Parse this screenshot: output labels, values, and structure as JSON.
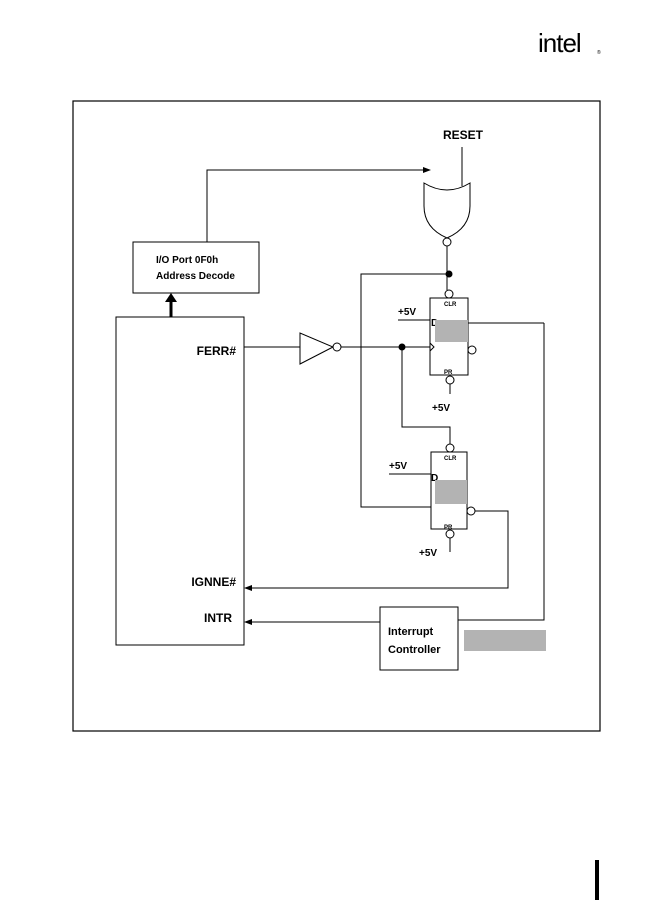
{
  "logo": {
    "text": "intel",
    "mark": "®"
  },
  "signals": {
    "reset": "RESET",
    "ferr": "FERR#",
    "ignne": "IGNNE#",
    "intr": "INTR"
  },
  "io_decode": {
    "line1": "I/O Port 0F0h",
    "line2": "Address Decode"
  },
  "flipflop_top": {
    "clr": "CLR",
    "d": "D",
    "pr": "PR",
    "supply_d": "+5V",
    "supply_pr": "+5V"
  },
  "flipflop_bottom": {
    "clr": "CLR",
    "d": "D",
    "pr": "PR",
    "supply_d": "+5V",
    "supply_pr": "+5V"
  },
  "interrupt_controller": {
    "line1": "Interrupt",
    "line2": "Controller"
  },
  "colors": {
    "redaction": "#b3b3b3",
    "line": "#000000"
  }
}
